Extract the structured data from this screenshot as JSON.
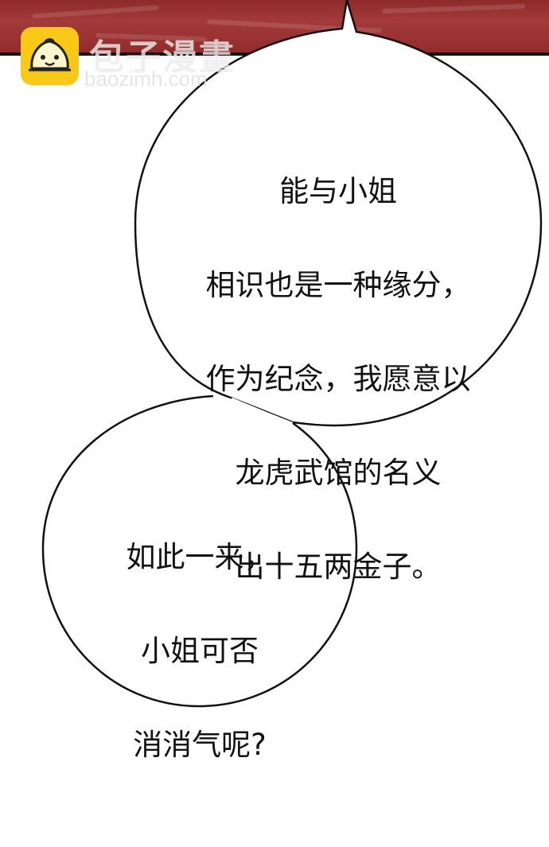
{
  "watermark": {
    "site_name": "包子漫畫",
    "site_url": "baozimh.com"
  },
  "bubble_1": {
    "lines": [
      "能与小姐",
      "相识也是一种缘分，",
      "作为纪念，我愿意以",
      "龙虎武馆的名义",
      "出十五两金子。"
    ]
  },
  "bubble_2": {
    "lines": [
      "如此一来，",
      "小姐可否",
      "消消气呢?"
    ]
  },
  "colors": {
    "panel_red": "#9a3030",
    "logo_yellow": "#f7c815",
    "ink": "#111111"
  }
}
